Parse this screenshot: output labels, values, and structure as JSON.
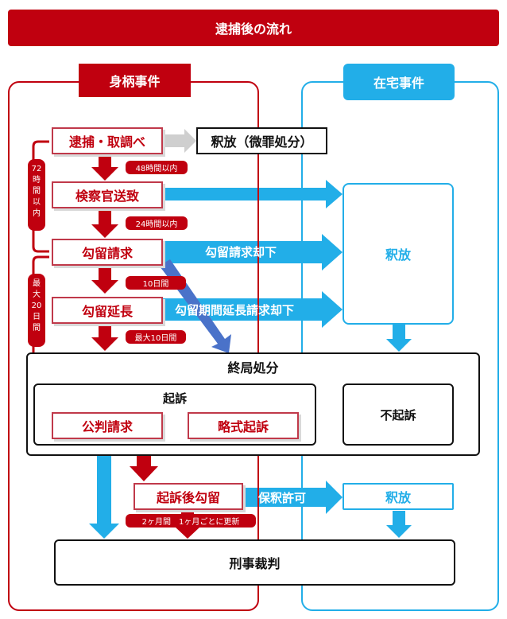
{
  "title": "逮捕後の流れ",
  "columns": {
    "custody": "身柄事件",
    "home": "在宅事件"
  },
  "steps": {
    "arrest": "逮捕・取調べ",
    "release_minor": "釈放（微罪処分）",
    "prosecutor": "検察官送致",
    "detention_request": "勾留請求",
    "detention_extension": "勾留延長",
    "final_disposition": "終局処分",
    "indictment": "起訴",
    "formal_request": "公判請求",
    "summary_indictment": "略式起訴",
    "non_indictment": "不起訴",
    "post_indictment_detention": "起訴後勾留",
    "criminal_trial": "刑事裁判",
    "release_main": "釈放",
    "release_bail": "釈放"
  },
  "arrows": {
    "detention_rejected": "勾留請求却下",
    "extension_rejected": "勾留期間延長請求却下",
    "bail_granted": "保釈許可"
  },
  "time_labels": {
    "h48": "48時間以内",
    "h24": "24時間以内",
    "d10": "10日間",
    "max10": "最大10日間",
    "m2": "2ヶ月間　1ヶ月ごとに更新",
    "v72": "72時間以内",
    "vmax20": "最大20日間"
  },
  "colors": {
    "red": "#c0000f",
    "blue": "#22aee8",
    "purple_blue": "#4a72c9",
    "gray": "#cfcfcf"
  }
}
